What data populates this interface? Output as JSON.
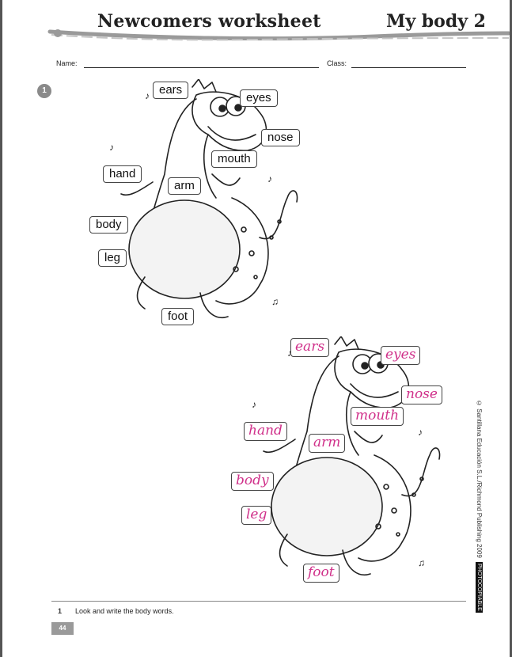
{
  "header": {
    "title": "Newcomers worksheet",
    "unit": "My body 2"
  },
  "fields": {
    "name_label": "Name:",
    "class_label": "Class:"
  },
  "exercise": {
    "number": "1",
    "labels": [
      "ears",
      "eyes",
      "nose",
      "mouth",
      "hand",
      "arm",
      "body",
      "leg",
      "foot"
    ],
    "answers": [
      "ears",
      "eyes",
      "nose",
      "mouth",
      "hand",
      "arm",
      "body",
      "leg",
      "foot"
    ],
    "instruction_number": "1",
    "instruction": "Look and write the body words."
  },
  "sidebar": {
    "copyright": "© Santillana Educación S.L./Richmond Publishing 2009",
    "badge": "PHOTOCOPIABLE"
  },
  "footer": {
    "page_number": "44"
  },
  "colors": {
    "handwriting": "#d0308a",
    "badge_gray": "#8a8a8a"
  }
}
